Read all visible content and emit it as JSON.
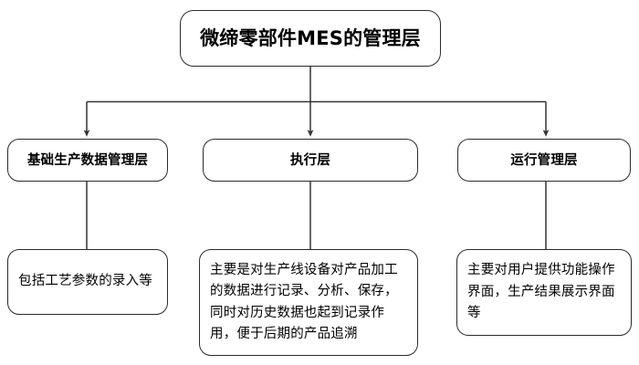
{
  "diagram": {
    "title_node": {
      "label": "微缔零部件MES的管理层"
    },
    "level2_nodes": [
      {
        "id": "base-data",
        "label": "基础生产数据管理层"
      },
      {
        "id": "execution",
        "label": "执行层"
      },
      {
        "id": "runtime",
        "label": "运行管理层"
      }
    ],
    "detail_nodes": [
      {
        "id": "base-data-detail",
        "label": "包括工艺参数的录入等"
      },
      {
        "id": "execution-detail",
        "label": "主要是对生产线设备对产品加工的数据进行记录、分析、保存，同时对历史数据也起到记录作用，便于后期的产品追溯"
      },
      {
        "id": "runtime-detail",
        "label": "主要对用户提供功能操作界面，生产结果展示界面等"
      }
    ],
    "style": {
      "stroke_color": "#2b2b2b",
      "connector_color": "#333333",
      "node_fill": "#ffffff",
      "text_color": "#000000",
      "background": "#ffffff"
    }
  }
}
